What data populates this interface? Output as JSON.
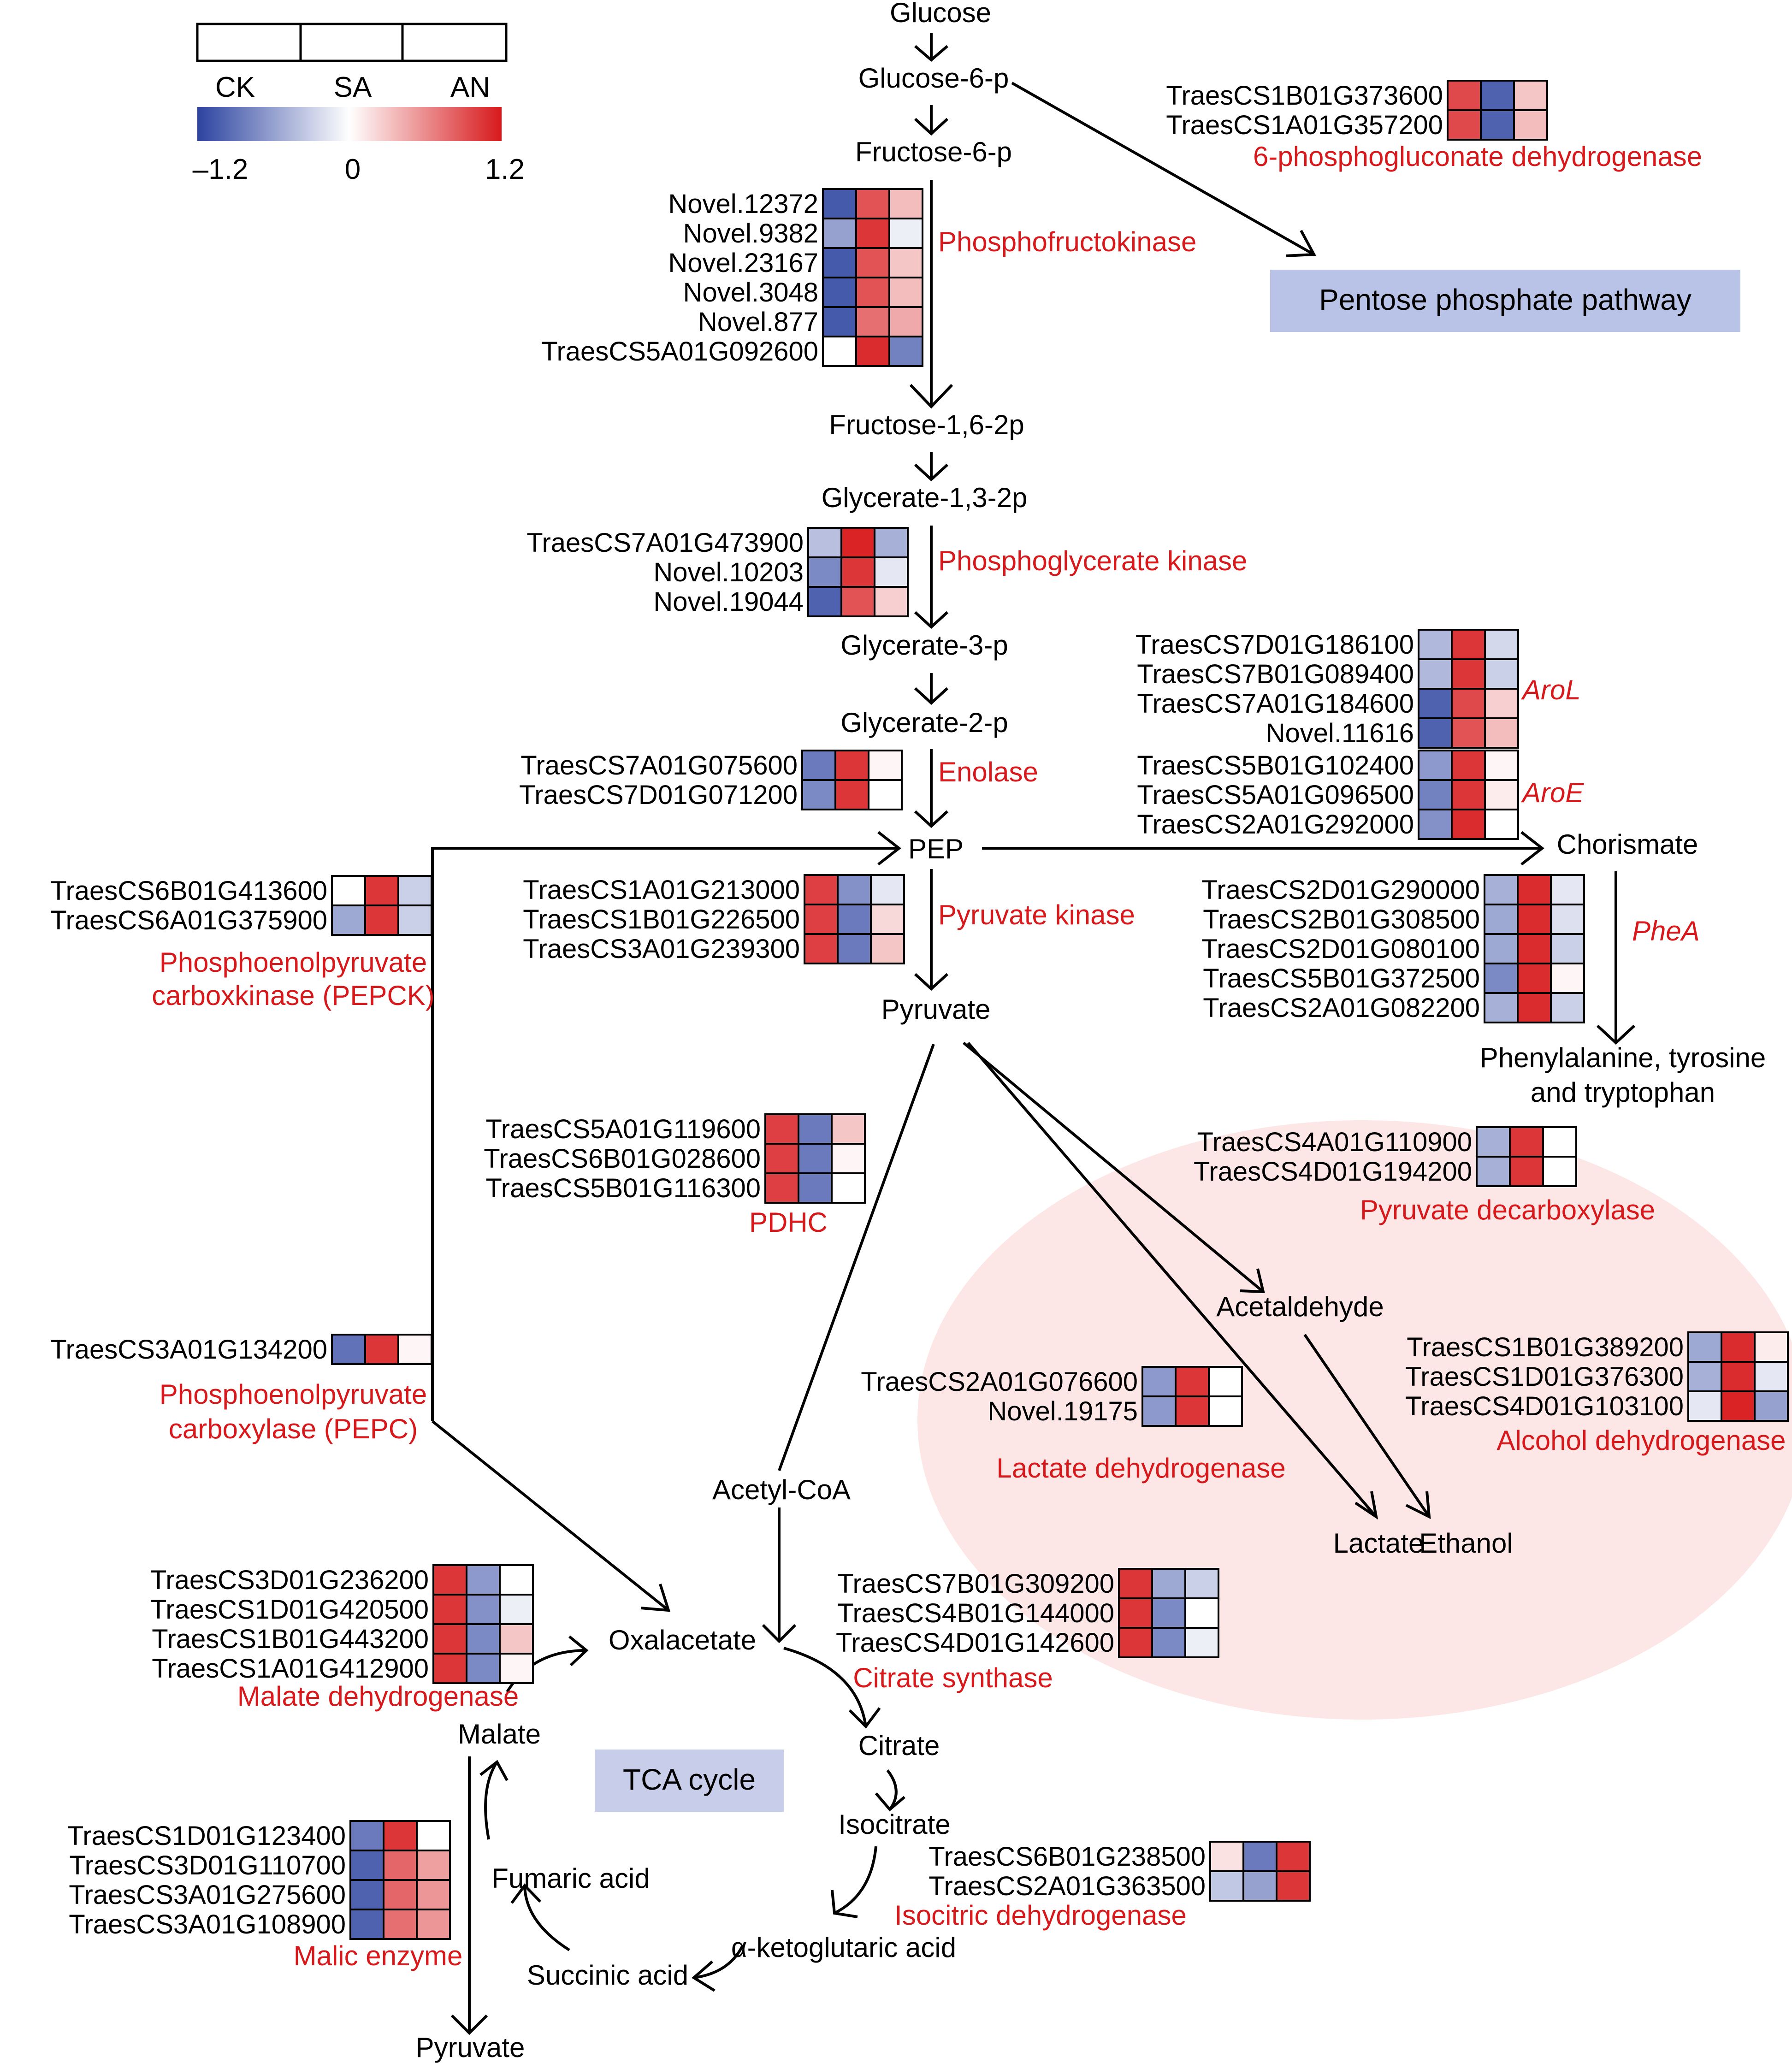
{
  "colors": {
    "low": "#2c43a0",
    "mid": "#ffffff",
    "high": "#d7191c",
    "enzyme_text": "#d7191c",
    "pathway_box": "#b9c3e8",
    "fermentation_bg": "#fde6e6"
  },
  "legend": {
    "conditions": [
      "CK",
      "SA",
      "AN"
    ],
    "scale_min": "–1.2",
    "scale_mid": "0",
    "scale_max": "1.2"
  },
  "metabolites": {
    "glucose": "Glucose",
    "glucose6p": "Glucose-6-p",
    "fructose6p": "Fructose-6-p",
    "fructose16": "Fructose-1,6-2p",
    "glycerate13": "Glycerate-1,3-2p",
    "glycerate3p": "Glycerate-3-p",
    "glycerate2p": "Glycerate-2-p",
    "pep": "PEP",
    "pyruvate": "Pyruvate",
    "chorismate": "Chorismate",
    "aromatic1": "Phenylalanine, tyrosine",
    "aromatic2": "and tryptophan",
    "acetaldehyde": "Acetaldehyde",
    "lactate": "Lactate",
    "ethanol": "Ethanol",
    "acetylcoa": "Acetyl-CoA",
    "oxalacetate": "Oxalacetate",
    "citrate": "Citrate",
    "isocitrate": "Isocitrate",
    "akg": "α-ketoglutaric acid",
    "succinic": "Succinic acid",
    "fumaric": "Fumaric acid",
    "malate": "Malate",
    "pyruvate_bottom": "Pyruvate"
  },
  "pathway_boxes": {
    "ppp": "Pentose phosphate pathway",
    "tca": "TCA cycle"
  },
  "gene_groups": [
    {
      "id": "g6pd",
      "enzyme": [
        "6-phosphogluconate dehydrogenase"
      ],
      "italic": false,
      "genes": [
        {
          "name": "TraesCS1B01G373600",
          "values": [
            0.95,
            -1.0,
            0.3
          ]
        },
        {
          "name": "TraesCS1A01G357200",
          "values": [
            0.95,
            -1.0,
            0.35
          ]
        }
      ]
    },
    {
      "id": "pfk",
      "enzyme": [
        "Phosphofructokinase"
      ],
      "italic": false,
      "genes": [
        {
          "name": "Novel.12372",
          "values": [
            -1.05,
            0.9,
            0.35
          ]
        },
        {
          "name": "Novel.9382",
          "values": [
            -0.6,
            1.05,
            -0.1
          ]
        },
        {
          "name": "Novel.23167",
          "values": [
            -1.05,
            0.9,
            0.3
          ]
        },
        {
          "name": "Novel.3048",
          "values": [
            -1.05,
            0.9,
            0.35
          ]
        },
        {
          "name": "Novel.877",
          "values": [
            -1.05,
            0.75,
            0.45
          ]
        },
        {
          "name": "TraesCS5A01G092600",
          "values": [
            0.0,
            1.1,
            -0.8
          ]
        }
      ]
    },
    {
      "id": "pgk",
      "enzyme": [
        "Phosphoglycerate kinase"
      ],
      "italic": false,
      "genes": [
        {
          "name": "TraesCS7A01G473900",
          "values": [
            -0.4,
            1.15,
            -0.5
          ]
        },
        {
          "name": "Novel.10203",
          "values": [
            -0.75,
            1.05,
            -0.15
          ]
        },
        {
          "name": "Novel.19044",
          "values": [
            -1.0,
            0.9,
            0.25
          ]
        }
      ]
    },
    {
      "id": "enolase",
      "enzyme": [
        "Enolase"
      ],
      "italic": false,
      "genes": [
        {
          "name": "TraesCS7A01G075600",
          "values": [
            -0.85,
            1.05,
            0.05
          ]
        },
        {
          "name": "TraesCS7D01G071200",
          "values": [
            -0.75,
            1.05,
            0.0
          ]
        }
      ]
    },
    {
      "id": "pepck",
      "enzyme": [
        "Phosphoenolpyruvate",
        "carboxkinase (PEPCK)"
      ],
      "italic": false,
      "genes": [
        {
          "name": "TraesCS6B01G413600",
          "values": [
            0.0,
            1.05,
            -0.3
          ]
        },
        {
          "name": "TraesCS6A01G375900",
          "values": [
            -0.55,
            1.05,
            -0.3
          ]
        }
      ]
    },
    {
      "id": "pk",
      "enzyme": [
        "Pyruvate kinase"
      ],
      "italic": false,
      "genes": [
        {
          "name": "TraesCS1A01G213000",
          "values": [
            1.0,
            -0.7,
            -0.15
          ]
        },
        {
          "name": "TraesCS1B01G226500",
          "values": [
            1.0,
            -0.85,
            0.2
          ]
        },
        {
          "name": "TraesCS3A01G239300",
          "values": [
            1.0,
            -0.85,
            0.3
          ]
        }
      ]
    },
    {
      "id": "arol",
      "enzyme": [
        "AroL"
      ],
      "italic": true,
      "genes": [
        {
          "name": "TraesCS7D01G186100",
          "values": [
            -0.45,
            1.05,
            -0.25
          ]
        },
        {
          "name": "TraesCS7B01G089400",
          "values": [
            -0.45,
            1.05,
            -0.3
          ]
        },
        {
          "name": "TraesCS7A01G184600",
          "values": [
            -1.0,
            0.95,
            0.25
          ]
        },
        {
          "name": "Novel.11616",
          "values": [
            -1.0,
            0.9,
            0.35
          ]
        }
      ]
    },
    {
      "id": "aroe",
      "enzyme": [
        "AroE"
      ],
      "italic": true,
      "genes": [
        {
          "name": "TraesCS5B01G102400",
          "values": [
            -0.65,
            1.05,
            0.05
          ]
        },
        {
          "name": "TraesCS5A01G096500",
          "values": [
            -0.8,
            1.05,
            0.1
          ]
        },
        {
          "name": "TraesCS2A01G292000",
          "values": [
            -0.7,
            1.1,
            0.0
          ]
        }
      ]
    },
    {
      "id": "phea",
      "enzyme": [
        "PheA"
      ],
      "italic": true,
      "genes": [
        {
          "name": "TraesCS2D01G290000",
          "values": [
            -0.5,
            1.1,
            -0.15
          ]
        },
        {
          "name": "TraesCS2B01G308500",
          "values": [
            -0.55,
            1.1,
            -0.2
          ]
        },
        {
          "name": "TraesCS2D01G080100",
          "values": [
            -0.55,
            1.1,
            -0.3
          ]
        },
        {
          "name": "TraesCS5B01G372500",
          "values": [
            -0.75,
            1.1,
            0.05
          ]
        },
        {
          "name": "TraesCS2A01G082200",
          "values": [
            -0.5,
            1.1,
            -0.3
          ]
        }
      ]
    },
    {
      "id": "pdhc",
      "enzyme": [
        "PDHC"
      ],
      "italic": false,
      "genes": [
        {
          "name": "TraesCS5A01G119600",
          "values": [
            1.0,
            -0.85,
            0.3
          ]
        },
        {
          "name": "TraesCS6B01G028600",
          "values": [
            1.0,
            -0.85,
            0.05
          ]
        },
        {
          "name": "TraesCS5B01G116300",
          "values": [
            1.0,
            -0.85,
            0.0
          ]
        }
      ]
    },
    {
      "id": "pdc",
      "enzyme": [
        "Pyruvate decarboxylase"
      ],
      "italic": false,
      "genes": [
        {
          "name": "TraesCS4A01G110900",
          "values": [
            -0.5,
            1.05,
            0.0
          ]
        },
        {
          "name": "TraesCS4D01G194200",
          "values": [
            -0.5,
            1.05,
            0.0
          ]
        }
      ]
    },
    {
      "id": "pepc",
      "enzyme": [
        "Phosphoenolpyruvate",
        "carboxylase (PEPC)"
      ],
      "italic": false,
      "genes": [
        {
          "name": "TraesCS3A01G134200",
          "values": [
            -0.9,
            1.05,
            0.05
          ]
        }
      ]
    },
    {
      "id": "adh",
      "enzyme": [
        "Alcohol dehydrogenase"
      ],
      "italic": false,
      "genes": [
        {
          "name": "TraesCS1B01G389200",
          "values": [
            -0.55,
            1.1,
            0.1
          ]
        },
        {
          "name": "TraesCS1D01G376300",
          "values": [
            -0.5,
            1.1,
            -0.15
          ]
        },
        {
          "name": "TraesCS4D01G103100",
          "values": [
            -0.15,
            1.15,
            -0.6
          ]
        }
      ]
    },
    {
      "id": "ldh",
      "enzyme": [
        "Lactate dehydrogenase"
      ],
      "italic": false,
      "genes": [
        {
          "name": "TraesCS2A01G076600",
          "values": [
            -0.65,
            1.05,
            0.0
          ]
        },
        {
          "name": "Novel.19175",
          "values": [
            -0.65,
            1.05,
            0.0
          ]
        }
      ]
    },
    {
      "id": "mdh",
      "enzyme": [
        "Malate dehydrogenase"
      ],
      "italic": false,
      "genes": [
        {
          "name": "TraesCS3D01G236200",
          "values": [
            1.05,
            -0.65,
            0.0
          ]
        },
        {
          "name": "TraesCS1D01G420500",
          "values": [
            1.05,
            -0.7,
            -0.1
          ]
        },
        {
          "name": "TraesCS1B01G443200",
          "values": [
            1.05,
            -0.75,
            0.3
          ]
        },
        {
          "name": "TraesCS1A01G412900",
          "values": [
            1.05,
            -0.75,
            0.05
          ]
        }
      ]
    },
    {
      "id": "cs",
      "enzyme": [
        "Citrate synthase"
      ],
      "italic": false,
      "genes": [
        {
          "name": "TraesCS7B01G309200",
          "values": [
            1.05,
            -0.55,
            -0.3
          ]
        },
        {
          "name": "TraesCS4B01G144000",
          "values": [
            1.05,
            -0.75,
            0.0
          ]
        },
        {
          "name": "TraesCS4D01G142600",
          "values": [
            1.05,
            -0.75,
            -0.1
          ]
        }
      ]
    },
    {
      "id": "idh",
      "enzyme": [
        "Isocitric dehydrogenase"
      ],
      "italic": false,
      "genes": [
        {
          "name": "TraesCS6B01G238500",
          "values": [
            0.15,
            -0.85,
            1.05
          ]
        },
        {
          "name": "TraesCS2A01G363500",
          "values": [
            -0.35,
            -0.6,
            1.05
          ]
        }
      ]
    },
    {
      "id": "me",
      "enzyme": [
        "Malic enzyme"
      ],
      "italic": false,
      "genes": [
        {
          "name": "TraesCS1D01G123400",
          "values": [
            -0.85,
            1.05,
            0.0
          ]
        },
        {
          "name": "TraesCS3D01G110700",
          "values": [
            -1.0,
            0.8,
            0.5
          ]
        },
        {
          "name": "TraesCS3A01G275600",
          "values": [
            -1.0,
            0.8,
            0.55
          ]
        },
        {
          "name": "TraesCS3A01G108900",
          "values": [
            -1.0,
            0.75,
            0.55
          ]
        }
      ]
    }
  ]
}
